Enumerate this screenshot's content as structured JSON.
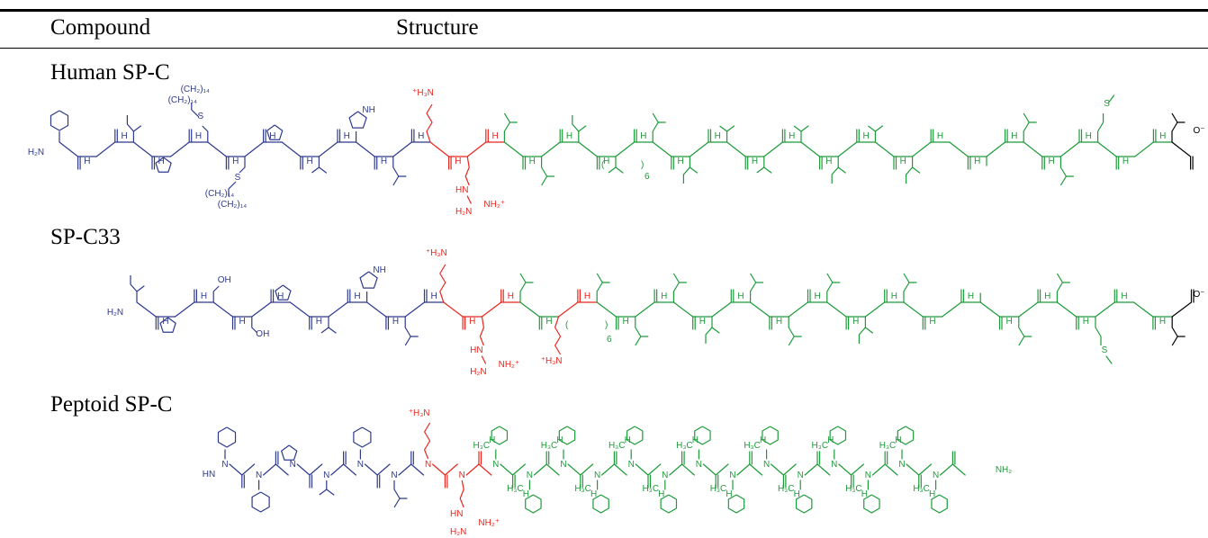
{
  "table": {
    "headers": {
      "compound": "Compound",
      "structure": "Structure"
    },
    "rows": [
      {
        "compound": "Human SP-C",
        "repeat_count": "6"
      },
      {
        "compound": "SP-C33",
        "repeat_count": "6"
      },
      {
        "compound": "Peptoid SP-C"
      }
    ]
  },
  "structure_labels": {
    "amine": "H₂N",
    "nh": "H",
    "ammonium": "⁺H₃N",
    "guanidinium": "NH₂⁺",
    "guanidine_h2n": "H₂N",
    "guanidine_hn": "HN",
    "carboxylate": "O⁻",
    "hydroxyl": "OH",
    "sulfur": "S",
    "palmitoyl": "(CH₂)₁₄",
    "imidazole_nh": "NH",
    "amide_nh2": "NH₂",
    "methyl": "H₃C",
    "chiral_h": "H",
    "peptoid_n": "N",
    "peptoid_hn": "HN"
  },
  "colors": {
    "insertion_region": "#2E3A8C",
    "charged_region": "#E8261E",
    "helix_region": "#1E9B3A",
    "c_terminus": "#000000"
  }
}
